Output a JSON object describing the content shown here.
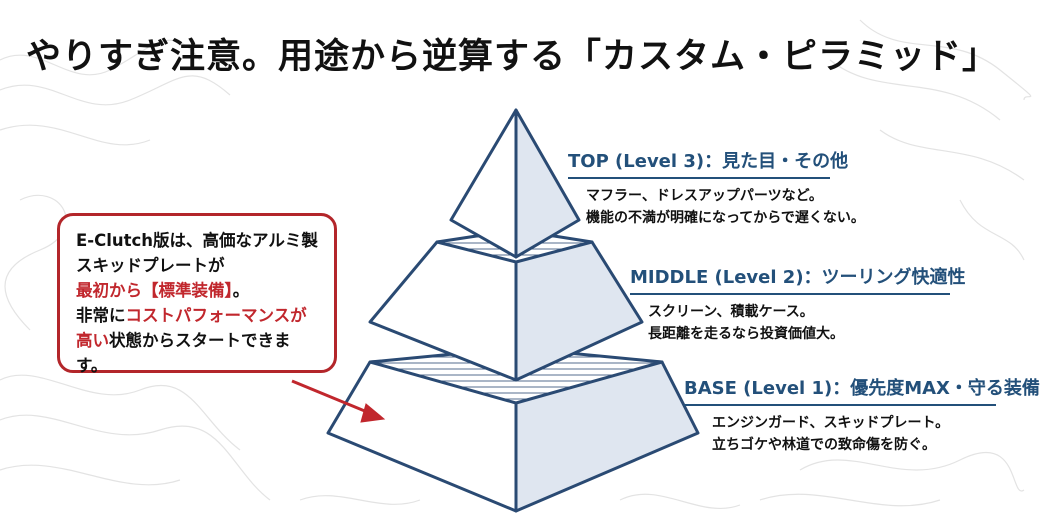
{
  "title": "やりすぎ注意。用途から逆算する「カスタム・ピラミッド」",
  "levels": {
    "top": {
      "heading": "TOP (Level 3)：見た目・その他",
      "lines": [
        "マフラー、ドレスアップパーツなど。",
        "機能の不満が明確になってからで遅くない。"
      ]
    },
    "middle": {
      "heading": "MIDDLE (Level 2)：ツーリング快適性",
      "lines": [
        "スクリーン、積載ケース。",
        "長距離を走るなら投資価値大。"
      ]
    },
    "base": {
      "heading": "BASE (Level 1)：優先度MAX・守る装備",
      "lines": [
        "エンジンガード、スキッドプレート。",
        "立ちゴケや林道での致命傷を防ぐ。"
      ]
    }
  },
  "callout": {
    "line1": "E-Clutch版は、高価なアルミ製",
    "line2": "スキッドプレートが",
    "line3_red": "最初から【標準装備】",
    "line3_end": "。",
    "line4_start": "非常に",
    "line4_red": "コストパフォーマンスが",
    "line5_red": "高い",
    "line5_end": "状態からスタートできます。"
  },
  "colors": {
    "accent_blue": "#23507a",
    "pyramid_stroke": "#2a4a73",
    "pyramid_shade": "#dfe6f0",
    "callout_red": "#b3262a",
    "background_lines": "#e3e3e3"
  }
}
